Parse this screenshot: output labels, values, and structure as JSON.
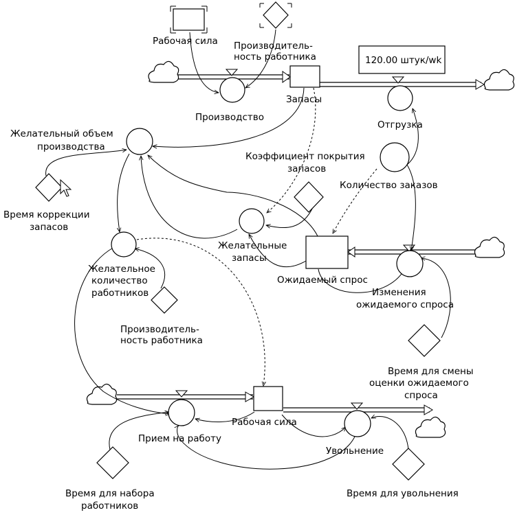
{
  "labels": {
    "labor_shadow": "Рабочая сила",
    "productivity_shadow_1": "Производитель-",
    "productivity_shadow_2": "ность работника",
    "production": "Производство",
    "inventory": "Запасы",
    "shipment_value": "120.00 штук/wk",
    "shipment": "Отгрузка",
    "desired_production_1": "Желательный объем",
    "desired_production_2": "производства",
    "coverage_1": "Коэффициент покрытия",
    "coverage_2": "запасов",
    "orders": "Количество заказов",
    "correction_time_1": "Время коррекции",
    "correction_time_2": "запасов",
    "desired_inventory_1": "Желательные",
    "desired_inventory_2": "запасы",
    "expected_demand": "Ожидаемый спрос",
    "desired_workers_1": "Желательное",
    "desired_workers_2": "количество",
    "desired_workers_3": "работников",
    "demand_change_1": "Изменения",
    "demand_change_2": "ожидаемого спроса",
    "productivity2_1": "Производитель-",
    "productivity2_2": "ность работника",
    "adjust_time_1": "Время для смены",
    "adjust_time_2": "оценки ожидаемого",
    "adjust_time_3": "спроса",
    "workforce": "Рабочая сила",
    "hiring": "Прием на работу",
    "firing": "Увольнение",
    "hire_time_1": "Время для набора",
    "hire_time_2": "работников",
    "fire_time": "Время для увольнения"
  }
}
